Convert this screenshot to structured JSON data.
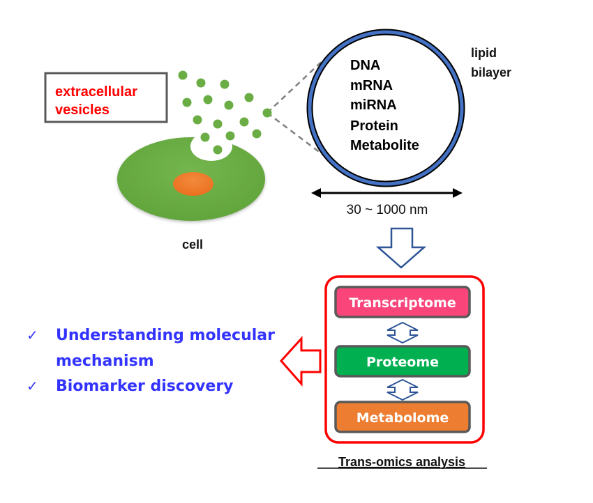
{
  "ev_label": {
    "lines": [
      "extracellular",
      "vesicles"
    ],
    "color": "#FF0000"
  },
  "cell_label": "cell",
  "vesicle": {
    "contents": [
      "DNA",
      "mRNA",
      "miRNA",
      "Protein",
      "Metabolite"
    ],
    "membrane_label": [
      "lipid",
      "bilayer"
    ],
    "membrane_color": "#4472C4"
  },
  "size_range": "30 ~ 1000 nm",
  "omics": {
    "layers": [
      {
        "label": "Transcriptome",
        "color": "#F9457A"
      },
      {
        "label": "Proteome",
        "color": "#00B050"
      },
      {
        "label": "Metabolome",
        "color": "#ED7D31"
      }
    ],
    "frame_color": "#FF0000",
    "caption": "Trans-omics analysis"
  },
  "outcomes": {
    "items": [
      {
        "lines": [
          "Understanding molecular",
          "mechanism"
        ]
      },
      {
        "lines": [
          "Biomarker discovery"
        ]
      }
    ],
    "color": "#3333FF",
    "bullet": "✓"
  },
  "colors": {
    "cell": "#6AAD44",
    "nucleus": "#F07B2A",
    "ev_dot": "#6AAD44",
    "arrow_blue": "#2F5597",
    "box_border": "#595959"
  }
}
